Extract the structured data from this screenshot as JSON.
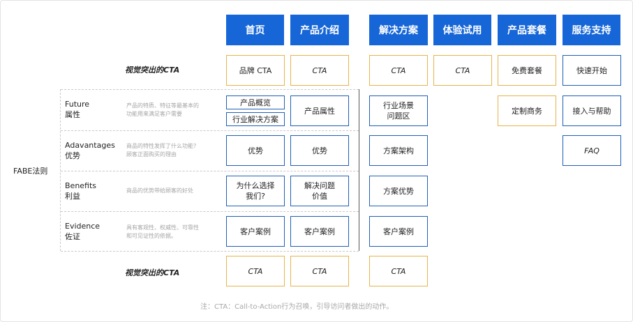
{
  "headers": [
    "首页",
    "产品介绍",
    "解决方案",
    "体验试用",
    "产品套餐",
    "服务支持"
  ],
  "side_labels": {
    "cta_top": "视觉突出的CTA",
    "cta_bottom": "视觉突出的CTA",
    "fabe": "FABE法则"
  },
  "rows": [
    {
      "title": "Future",
      "subtitle": "属性",
      "desc1": "产品的特质、特征等最基本的",
      "desc2": "功能用来满足客户需要"
    },
    {
      "title": "Adavantages",
      "subtitle": "优势",
      "desc1": "商品的特性发挥了什么功能?",
      "desc2": "顾客正面购买的理由"
    },
    {
      "title": "Benefits",
      "subtitle": "利益",
      "desc1": "商品的优势带给顾客的好处",
      "desc2": ""
    },
    {
      "title": "Evidence",
      "subtitle": "佐证",
      "desc1": "具有客观性、权威性、可靠性",
      "desc2": "和可见证性的依据。"
    }
  ],
  "cells": {
    "home_cta_top": "品牌  CTA",
    "home_overview": "产品概览",
    "home_industry": "行业解决方案",
    "home_adv": "优势",
    "home_why_1": "为什么选择",
    "home_why_2": "我们?",
    "home_case": "客户案例",
    "home_cta_bottom": "CTA",
    "prod_cta_top": "CTA",
    "prod_attr": "产品属性",
    "prod_adv": "优势",
    "prod_solve_1": "解决问题",
    "prod_solve_2": "价值",
    "prod_case": "客户案例",
    "prod_cta_bottom": "CTA",
    "sol_cta_top": "CTA",
    "sol_scene_1": "行业场景",
    "sol_scene_2": "问题区",
    "sol_arch": "方案架构",
    "sol_adv": "方案优势",
    "sol_case": "客户案例",
    "sol_cta_bottom": "CTA",
    "trial_cta": "CTA",
    "pkg_free": "免费套餐",
    "pkg_custom": "定制商务",
    "svc_quick": "快速开始",
    "svc_access": "接入与帮助",
    "svc_faq": "FAQ"
  },
  "note": "注：CTA：Call-to-Action行为召唤，引导访问者做出的动作。",
  "colors": {
    "header_bg": "#1666d8",
    "cta_border": "#e6b44a",
    "content_border": "#1e5fb8"
  }
}
